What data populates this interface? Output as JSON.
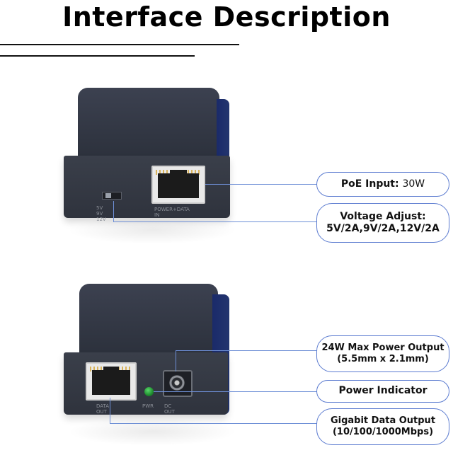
{
  "title": "Interface Description",
  "device_top": {
    "switch_label": "5V  9V  12V",
    "port_label": "POWER+DATA IN"
  },
  "device_bottom": {
    "data_port_label": "DATA OUT",
    "led_label": "PWR",
    "dc_label": "DC OUT"
  },
  "callouts": {
    "poe_input": {
      "label": "PoE Input:",
      "value": "30W"
    },
    "voltage_adjust": {
      "line1": "Voltage Adjust:",
      "line2": "5V/2A,9V/2A,12V/2A"
    },
    "power_output": {
      "line1": "24W Max Power Output",
      "line2": "(5.5mm x 2.1mm)"
    },
    "power_indicator": {
      "label": "Power Indicator"
    },
    "data_output": {
      "line1": "Gigabit Data Output",
      "line2": "(10/100/1000Mbps)"
    }
  },
  "colors": {
    "accent": "#5b7bd0",
    "device_body": "#353a45",
    "device_side": "#1f2f6c",
    "led_green": "#2fae42"
  }
}
